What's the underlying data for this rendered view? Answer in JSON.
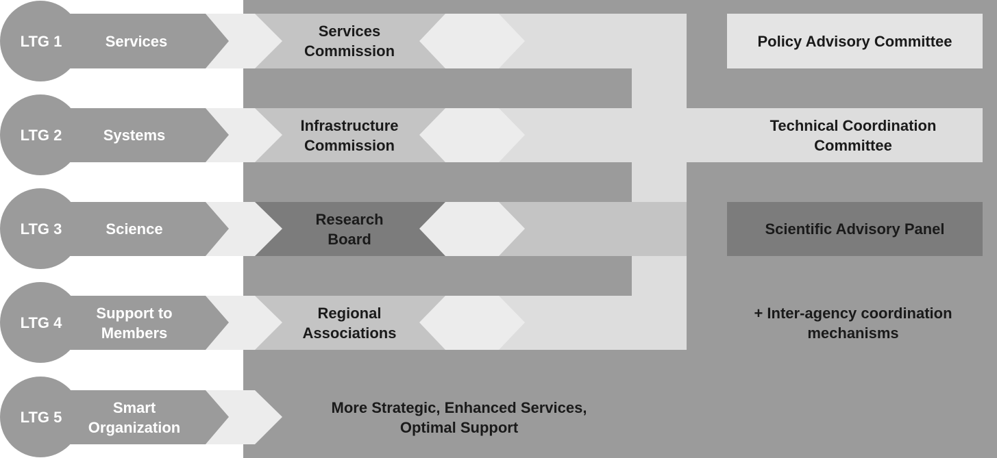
{
  "goals": [
    {
      "id": "LTG 1",
      "name": "Services"
    },
    {
      "id": "LTG 2",
      "name": "Systems"
    },
    {
      "id": "LTG 3",
      "name": "Science"
    },
    {
      "id": "LTG 4",
      "name": "Support to\nMembers"
    },
    {
      "id": "LTG 5",
      "name": "Smart\nOrganization"
    }
  ],
  "bodies": [
    "Services\nCommission",
    "Infrastructure\nCommission",
    "Research\nBoard",
    "Regional\nAssociations"
  ],
  "outcome": "More Strategic, Enhanced Services,\nOptimal Support",
  "committees": {
    "policy": "Policy Advisory Committee",
    "technical": "Technical Coordination\nCommittee",
    "scientific": "Scientific Advisory Panel",
    "interagency": "+ Inter-agency coordination\nmechanisms"
  }
}
